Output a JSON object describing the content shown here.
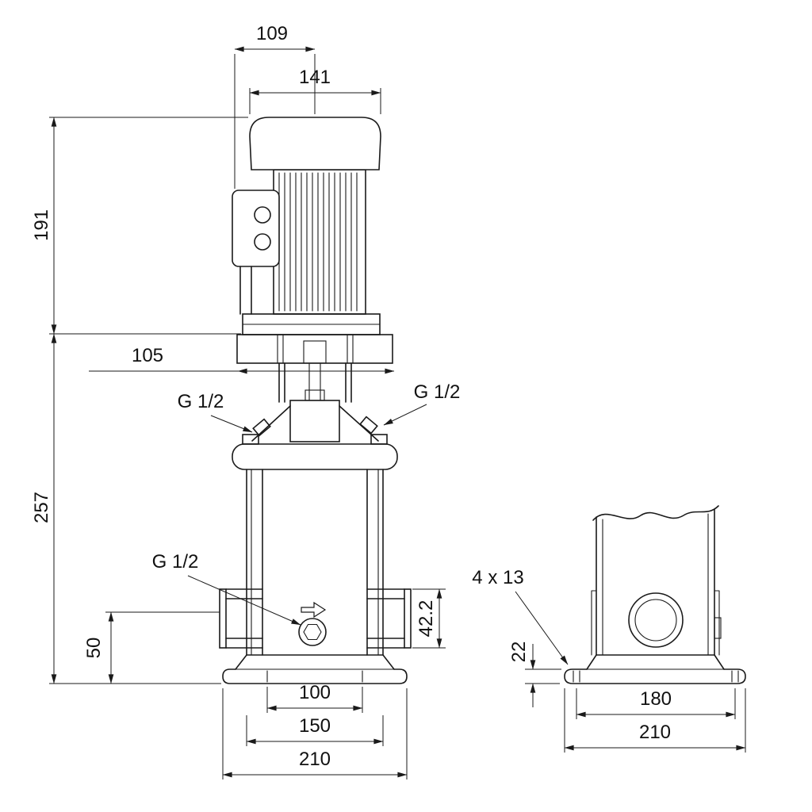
{
  "front_view": {
    "dim_motor_cap_width": "109",
    "dim_motor_width": "141",
    "dim_motor_height": "191",
    "dim_head_width": "105",
    "dim_pump_height": "257",
    "label_fill_plug_left": "G 1/2",
    "label_fill_plug_right": "G 1/2",
    "label_drain_plug": "G 1/2",
    "dim_port_flange_height": "42.2",
    "dim_port_center_to_base": "50",
    "dim_base_inner_width": "100",
    "dim_base_bolt_span": "150",
    "dim_base_width": "210"
  },
  "side_view": {
    "label_bolt_holes": "4 x 13",
    "dim_base_plate_height": "22",
    "dim_base_bolt_span": "180",
    "dim_base_length": "210"
  }
}
